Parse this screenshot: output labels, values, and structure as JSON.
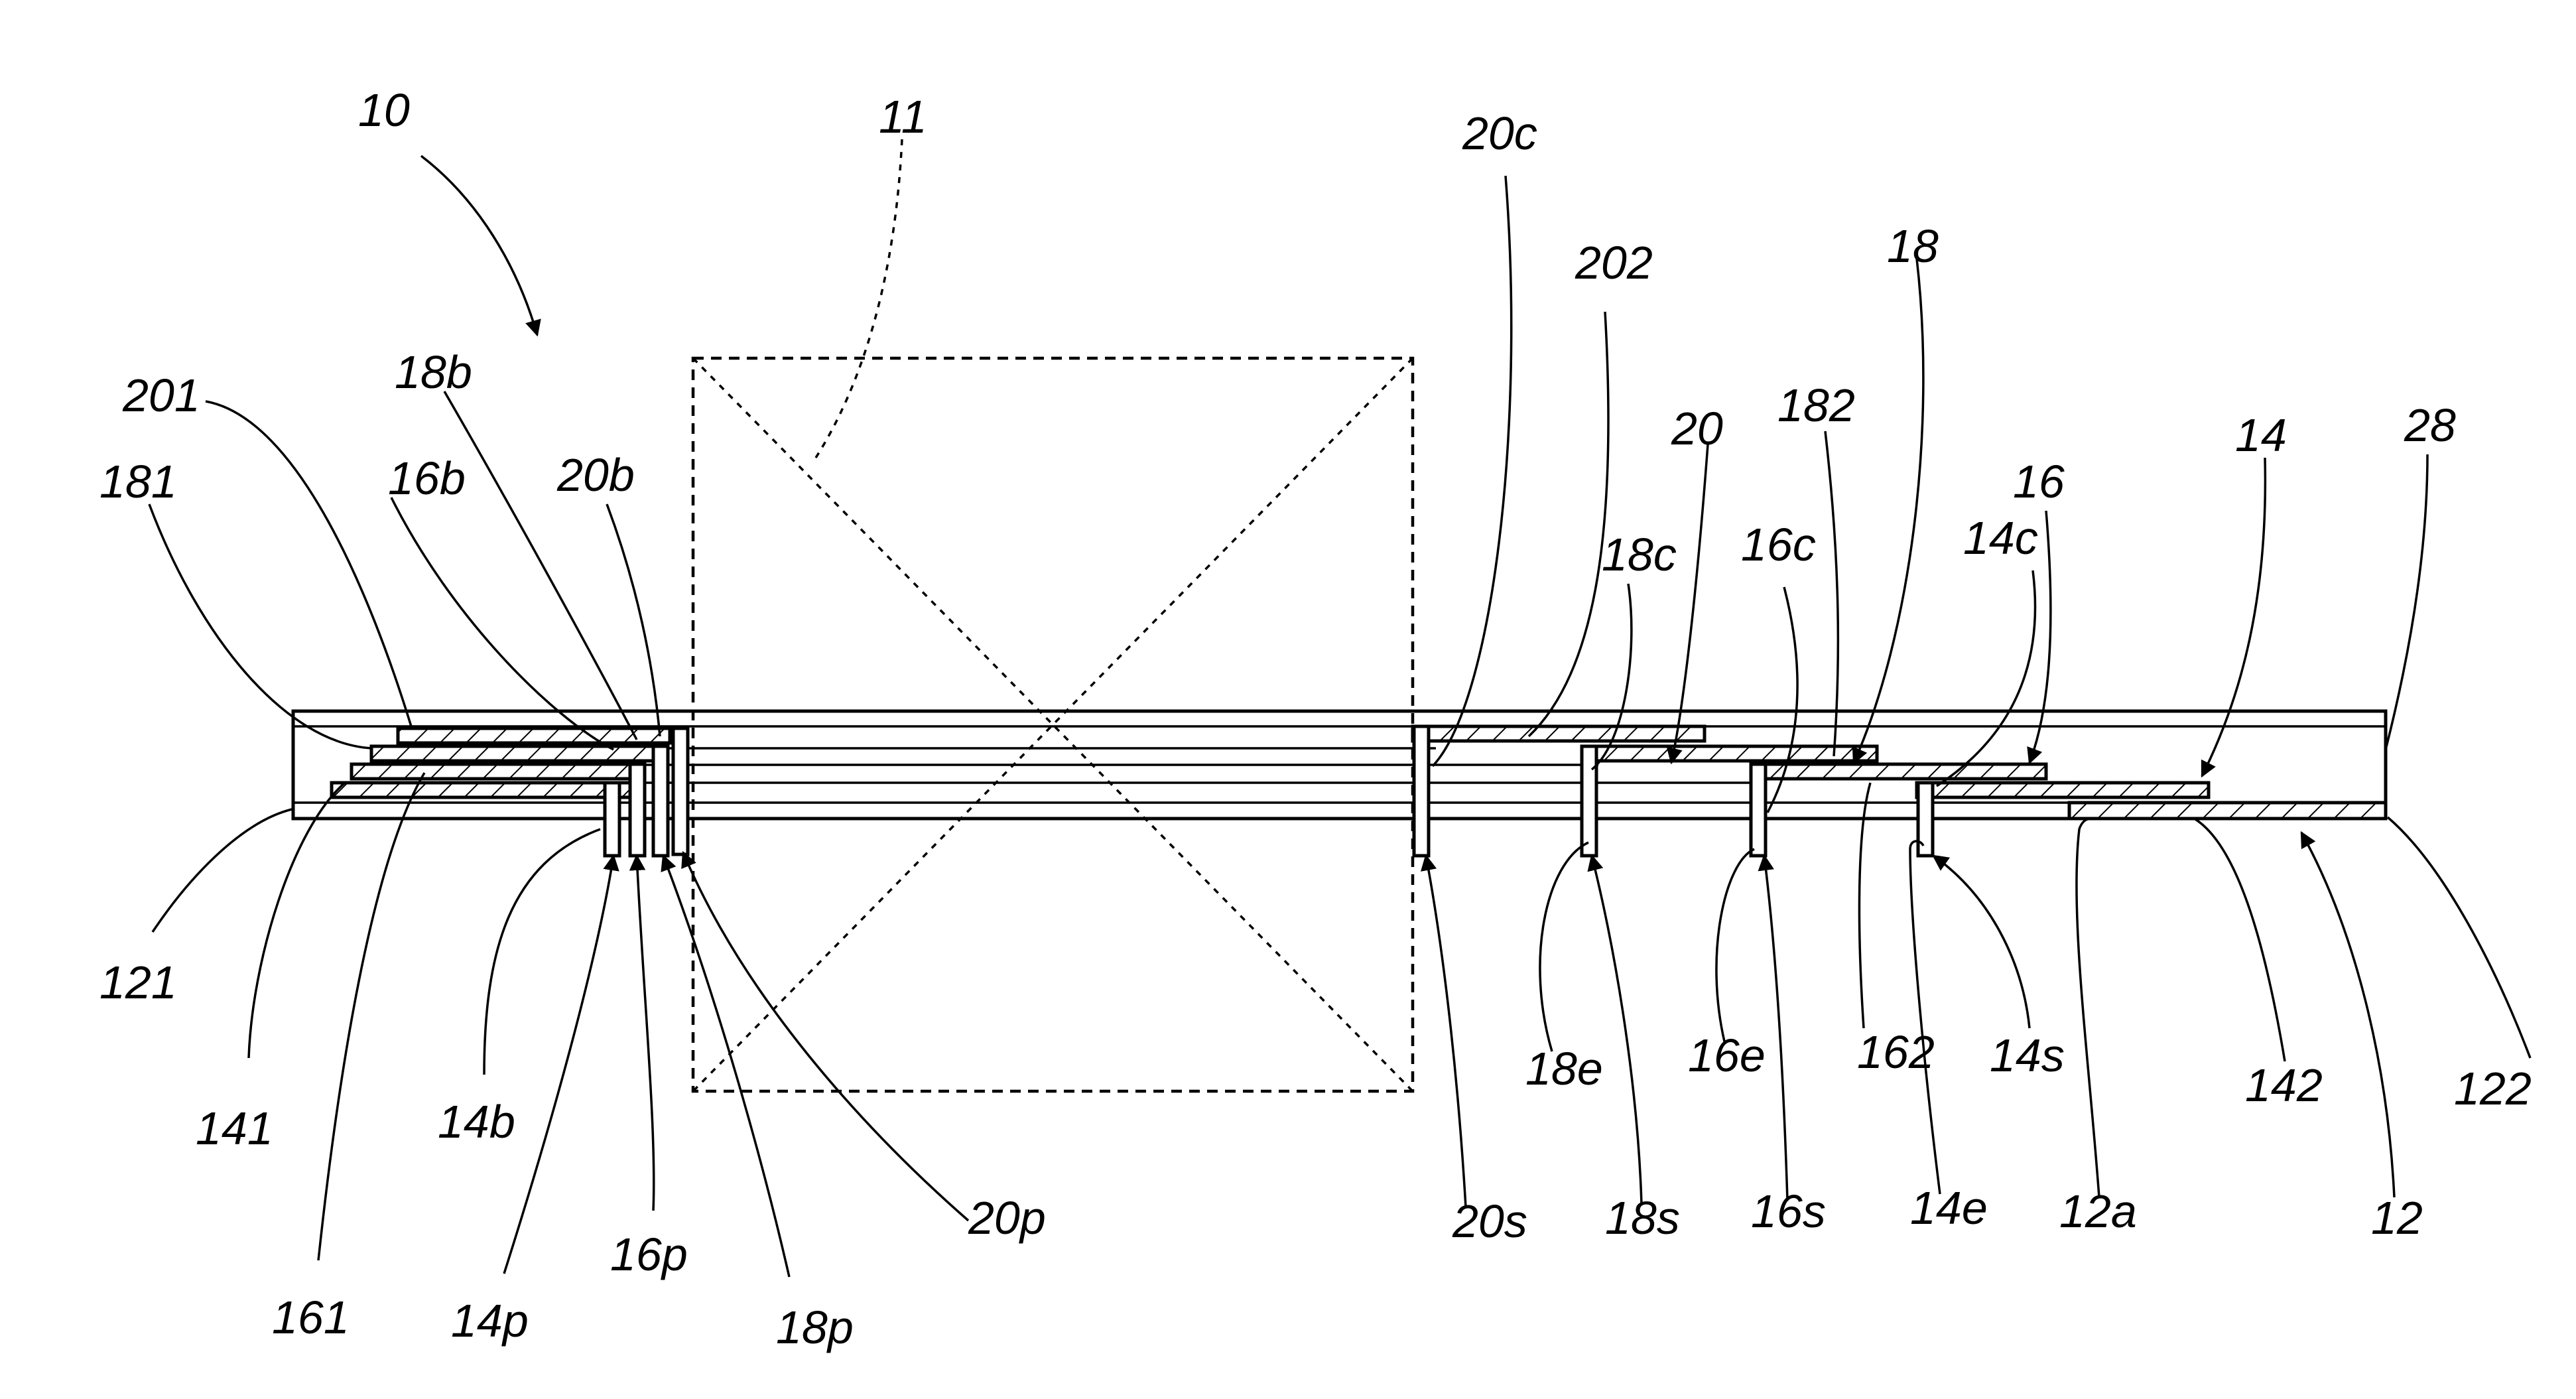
{
  "figure": {
    "labels": {
      "l10": "10",
      "l11": "11",
      "l201": "201",
      "l181": "181",
      "l16b": "16b",
      "l18b": "18b",
      "l20b": "20b",
      "l121": "121",
      "l141": "141",
      "l161": "161",
      "l14b": "14b",
      "l14p": "14p",
      "l16p": "16p",
      "l18p": "18p",
      "l20p": "20p",
      "l20c": "20c",
      "l202": "202",
      "l18": "18",
      "l182": "182",
      "l20": "20",
      "l18c": "18c",
      "l16c": "16c",
      "l14c": "14c",
      "l16": "16",
      "l14": "14",
      "l28": "28",
      "l20s": "20s",
      "l18e": "18e",
      "l18s": "18s",
      "l16e": "16e",
      "l16s": "16s",
      "l162": "162",
      "l14e": "14e",
      "l14s": "14s",
      "l12a": "12a",
      "l142": "142",
      "l12": "12",
      "l122": "122"
    }
  }
}
